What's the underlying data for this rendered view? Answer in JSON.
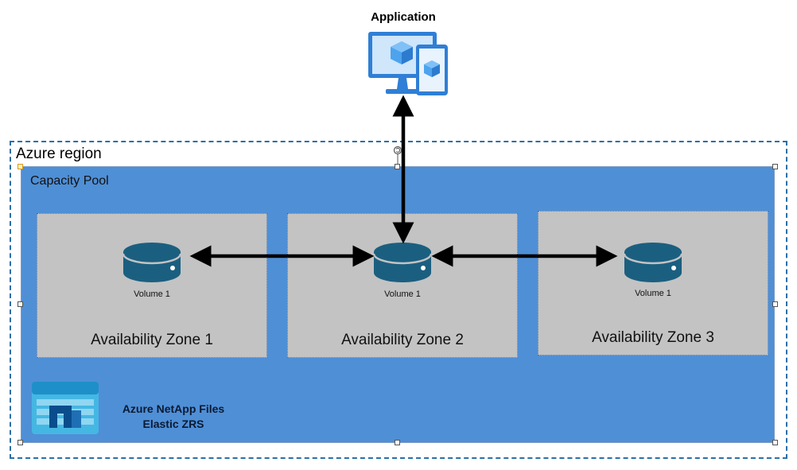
{
  "application": {
    "label": "Application"
  },
  "region": {
    "label": "Azure region"
  },
  "capacity_pool": {
    "label": "Capacity Pool"
  },
  "zones": [
    {
      "label": "Availability Zone 1",
      "volume_label": "Volume 1"
    },
    {
      "label": "Availability Zone 2",
      "volume_label": "Volume 1"
    },
    {
      "label": "Availability Zone 3",
      "volume_label": "Volume 1"
    }
  ],
  "product": {
    "line1": "Azure NetApp Files",
    "line2": "Elastic ZRS"
  },
  "colors": {
    "pool": "#4f8fd6",
    "zone": "#c3c3c3",
    "volume": "#1b5f80",
    "region_border": "#2b6fa8",
    "arrow": "#000000"
  },
  "icons": {
    "application": "monitor-and-phone-icon",
    "volume": "database-disk-icon",
    "product": "azure-netapp-files-icon"
  }
}
